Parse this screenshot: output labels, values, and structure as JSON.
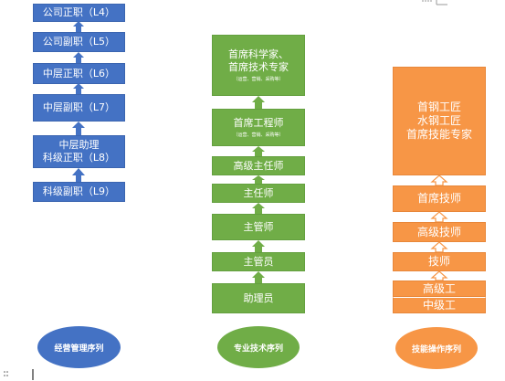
{
  "management": {
    "levels": [
      "公司正职（L4）",
      "公司副职（L5）",
      "中层正职（L6）",
      "中层副职（L7）",
      "中层助理",
      "科级正职（L8）",
      "科级副职（L9）"
    ],
    "label": "经营管理序列",
    "color": "#4472c4"
  },
  "technical": {
    "top_line1": "首席科学家、",
    "top_line2": "首席技术专家",
    "top_note": "（运营、营销、采购等）",
    "chief_engineer": "首席工程师",
    "chief_engineer_note": "（运营、营销、采购等）",
    "senior_supervisor": "高级主任师",
    "supervisor": "主任师",
    "lead": "主管师",
    "staff": "主管员",
    "assistant": "助理员",
    "label": "专业技术序列",
    "color": "#70ad47"
  },
  "skilled": {
    "top_line1": "首钢工匠",
    "top_line2": "水钢工匠",
    "top_line3": "首席技能专家",
    "chief_technician": "首席技师",
    "senior_technician": "高级技师",
    "technician": "技师",
    "senior_worker": "高级工",
    "intermediate_worker": "中级工",
    "label": "技能操作序列",
    "color": "#f79646"
  }
}
